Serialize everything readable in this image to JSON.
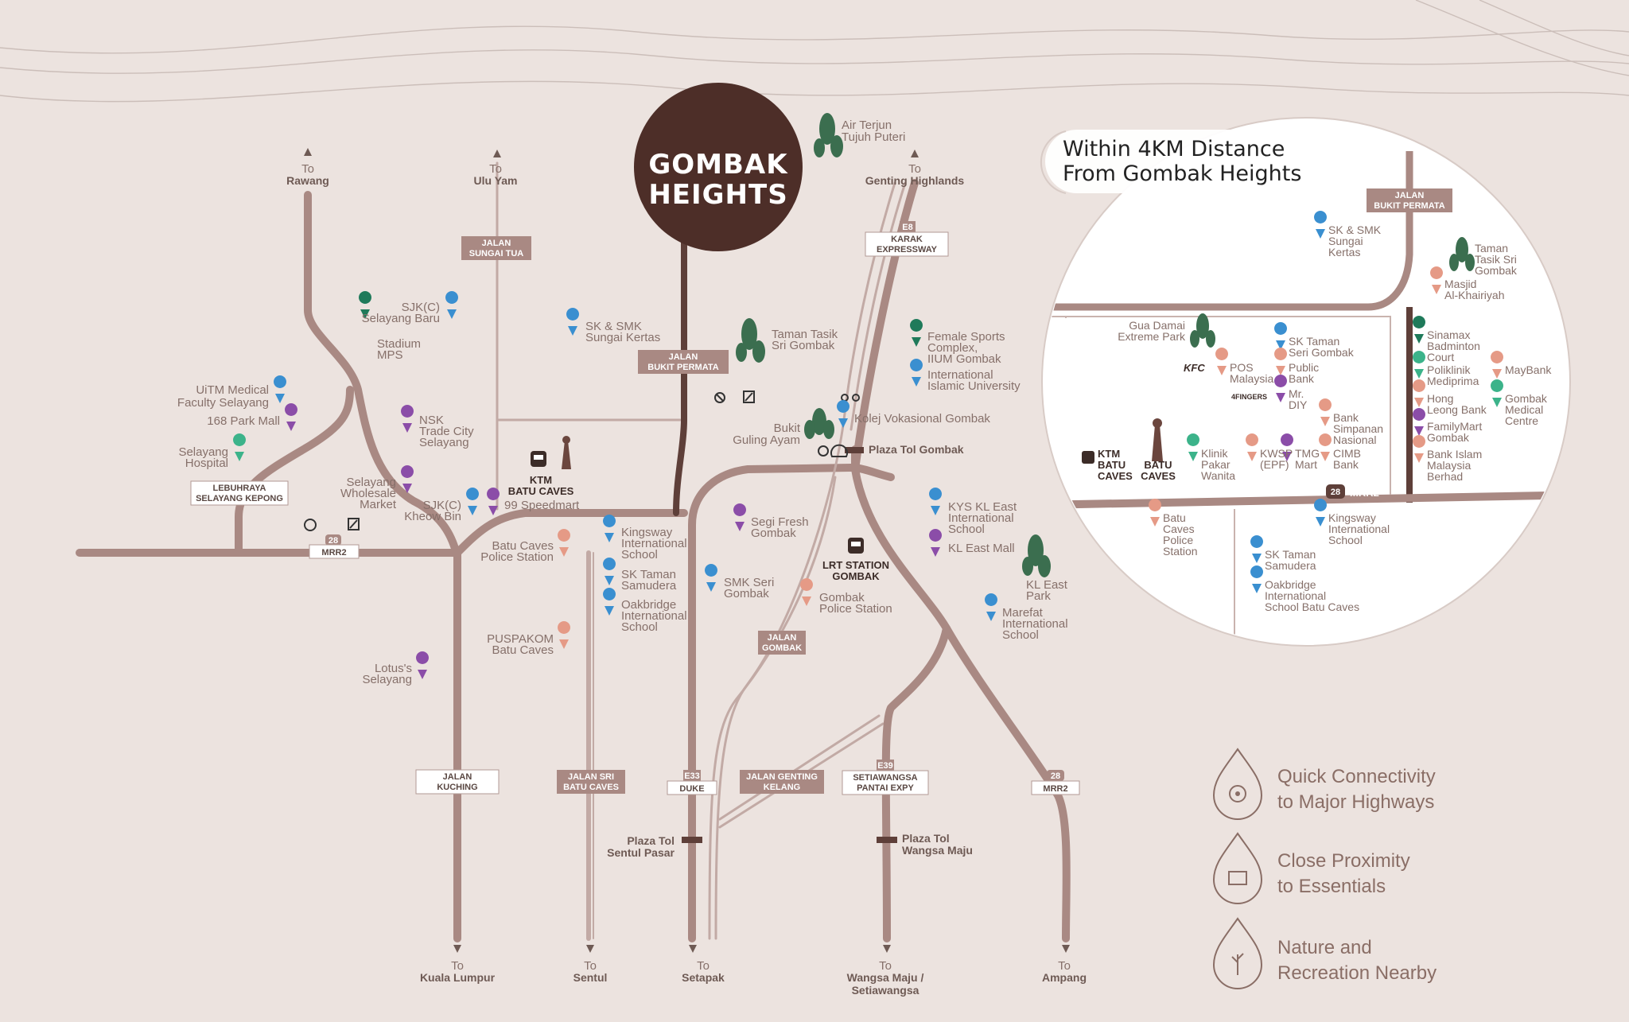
{
  "brand": {
    "line1": "GOMBAK",
    "line2": "HEIGHTS"
  },
  "colors": {
    "background": "#ece3df",
    "road_primary": "#a98983",
    "road_dark": "#5e3f39",
    "brand_circle": "#4d2e28",
    "pin_blue": "#3a8fd0",
    "pin_purple": "#8b4da8",
    "pin_green": "#1f7a5a",
    "pin_pink": "#e59a86"
  },
  "directions": [
    {
      "to": "To",
      "place": "Rawang"
    },
    {
      "to": "To",
      "place": "Ulu Yam"
    },
    {
      "to": "To",
      "place": "Genting Highlands"
    },
    {
      "to": "To",
      "place": "Kuala Lumpur"
    },
    {
      "to": "To",
      "place": "Sentul"
    },
    {
      "to": "To",
      "place": "Setapak"
    },
    {
      "to": "To",
      "place": "Wangsa Maju /",
      "place2": "Setiawangsa"
    },
    {
      "to": "To",
      "place": "Ampang"
    }
  ],
  "road_labels": {
    "jalan_sungai_tua": [
      "JALAN",
      "SUNGAI TUA"
    ],
    "jalan_bukit_permata": [
      "JALAN",
      "BUKIT PERMATA"
    ],
    "karak": [
      "KARAK",
      "EXPRESSWAY"
    ],
    "karak_shield": "E8",
    "lebuhraya": [
      "LEBUHRAYA",
      "SELAYANG KEPONG"
    ],
    "mrr2_left": "MRR2",
    "mrr2_left_shield": "28",
    "jalan_gombak": [
      "JALAN",
      "GOMBAK"
    ],
    "jalan_kuching": [
      "JALAN",
      "KUCHING"
    ],
    "jalan_sri_batu_caves": [
      "JALAN SRI",
      "BATU CAVES"
    ],
    "duke": "DUKE",
    "duke_shield": "E33",
    "jalan_genting_kelang": [
      "JALAN GENTING",
      "KELANG"
    ],
    "setiawangsa": [
      "SETIAWANGSA",
      "PANTAI EXPY"
    ],
    "setiawangsa_shield": "E39",
    "mrr2_right": "MRR2",
    "mrr2_right_shield": "28"
  },
  "landmarks": {
    "air_terjun": [
      "Air Terjun",
      "Tujuh Puteri"
    ],
    "sjkc_selayang_baru": [
      "SJK(C)",
      "Selayang Baru"
    ],
    "stadium_mps": [
      "Stadium",
      "MPS"
    ],
    "uitm": [
      "UiTM Medical",
      "Faculty Selayang"
    ],
    "park_mall_168": "168 Park Mall",
    "selayang_hospital": [
      "Selayang",
      "Hospital"
    ],
    "nsk": [
      "NSK",
      "Trade City",
      "Selayang"
    ],
    "wholesale": [
      "Selayang",
      "Wholesale",
      "Market"
    ],
    "sjkc_kheow_bin": [
      "SJK(C)",
      "Kheow Bin"
    ],
    "speedmart": "99 Speedmart",
    "sk_smk_sungai_kertas": [
      "SK & SMK",
      "Sungai Kertas"
    ],
    "taman_tasik": [
      "Taman Tasik",
      "Sri Gombak"
    ],
    "ktm": [
      "KTM",
      "BATU CAVES"
    ],
    "female_sports": [
      "Female Sports",
      "Complex,",
      "IIUM Gombak"
    ],
    "iiu": [
      "International",
      "Islamic University"
    ],
    "kolej": "Kolej Vokasional Gombak",
    "bukit_guling": [
      "Bukit",
      "Guling Ayam"
    ],
    "plaza_tol_gombak": "Plaza Tol Gombak",
    "kys": [
      "KYS KL East",
      "International",
      "School"
    ],
    "kl_east_mall": "KL East Mall",
    "kl_east_park": [
      "KL East",
      "Park"
    ],
    "marefat": [
      "Marefat",
      "International",
      "School"
    ],
    "segi_fresh": [
      "Segi Fresh",
      "Gombak"
    ],
    "lrt": [
      "LRT STATION",
      "GOMBAK"
    ],
    "gombak_police": [
      "Gombak",
      "Police Station"
    ],
    "smk_seri_gombak": [
      "SMK Seri",
      "Gombak"
    ],
    "kingsway": [
      "Kingsway",
      "International",
      "School"
    ],
    "sk_taman_samudera": [
      "SK Taman",
      "Samudera"
    ],
    "oakbridge": [
      "Oakbridge",
      "International",
      "School"
    ],
    "batu_caves_police": [
      "Batu Caves",
      "Police Station"
    ],
    "puspakom": [
      "PUSPAKOM",
      "Batu Caves"
    ],
    "lotus": [
      "Lotus's",
      "Selayang"
    ],
    "plaza_sentul": [
      "Plaza Tol",
      "Sentul Pasar"
    ],
    "plaza_wangsa": [
      "Plaza Tol",
      "Wangsa Maju"
    ]
  },
  "inset": {
    "title1": "Within 4KM Distance",
    "title2": "From Gombak Heights",
    "road_top": [
      "JALAN",
      "BUKIT PERMATA"
    ],
    "mrr2": "MRR2",
    "mrr2_shield": "28",
    "items": {
      "sk_smk": [
        "SK & SMK",
        "Sungai",
        "Kertas"
      ],
      "taman_tasik": [
        "Taman",
        "Tasik Sri",
        "Gombak"
      ],
      "masjid": [
        "Masjid",
        "Al-Khairiyah"
      ],
      "gua_damai": [
        "Gua Damai",
        "Extreme Park"
      ],
      "sk_taman_seri": [
        "SK Taman",
        "Seri Gombak"
      ],
      "sinamax": [
        "Sinamax",
        "Badminton",
        "Court"
      ],
      "kfc": "KFC",
      "pos": [
        "POS",
        "Malaysia"
      ],
      "public_bank": [
        "Public",
        "Bank"
      ],
      "poliklinik": [
        "Poliklinik",
        "Mediprima"
      ],
      "maybank": "MayBank",
      "fingers": "4FINGERS",
      "mr_diy": [
        "Mr.",
        "DIY"
      ],
      "hong_leong": [
        "Hong",
        "Leong Bank"
      ],
      "gombak_medical": [
        "Gombak",
        "Medical",
        "Centre"
      ],
      "bsn": [
        "Bank",
        "Simpanan",
        "Nasional"
      ],
      "familymart": [
        "FamilyMart",
        "Gombak"
      ],
      "ktm": [
        "KTM",
        "BATU",
        "CAVES"
      ],
      "batu_caves": [
        "BATU",
        "CAVES"
      ],
      "klinik": [
        "Klinik",
        "Pakar",
        "Wanita"
      ],
      "kwsp": [
        "KWSP",
        "(EPF)"
      ],
      "tmg": [
        "TMG",
        "Mart"
      ],
      "cimb": [
        "CIMB",
        "Bank"
      ],
      "bank_islam": [
        "Bank Islam",
        "Malaysia",
        "Berhad"
      ],
      "batu_caves_police": [
        "Batu",
        "Caves",
        "Police",
        "Station"
      ],
      "kingsway": [
        "Kingsway",
        "International",
        "School"
      ],
      "sk_taman_samudera": [
        "SK Taman",
        "Samudera"
      ],
      "oakbridge": [
        "Oakbridge",
        "International",
        "School Batu Caves"
      ]
    }
  },
  "features": [
    {
      "icon": "connectivity-icon",
      "line1": "Quick Connectivity",
      "line2": "to Major Highways"
    },
    {
      "icon": "essentials-icon",
      "line1": "Close Proximity",
      "line2": "to Essentials"
    },
    {
      "icon": "nature-icon",
      "line1": "Nature and",
      "line2": "Recreation Nearby"
    }
  ]
}
